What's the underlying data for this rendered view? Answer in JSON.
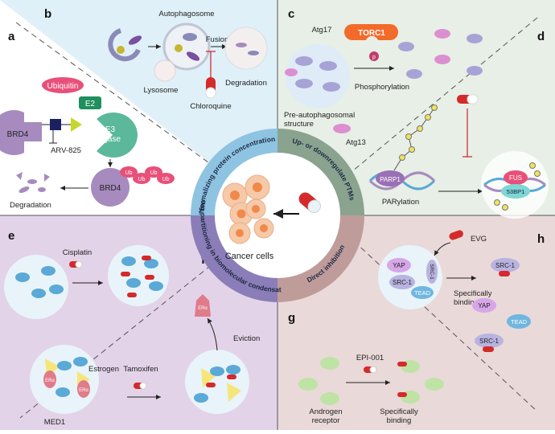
{
  "panels": {
    "a": {
      "letter": "a",
      "ubiquitin": "Ubiquitin",
      "e2": "E2",
      "e3_line1": "E3",
      "e3_line2": "ligase",
      "brd4_left": "BRD4",
      "arv": "ARV-825",
      "brd4_bottom": "BRD4",
      "ub": [
        "Ub",
        "Ub",
        "Ub",
        "Ub"
      ],
      "degradation": "Degradation"
    },
    "b": {
      "letter": "b",
      "autophagosome": "Autophagosome",
      "fusion": "Fusion",
      "lysosome": "Lysosome",
      "chloroquine": "Chloroquine",
      "degradation": "Degradation"
    },
    "c": {
      "letter": "c",
      "atg17": "Atg17",
      "torc1": "TORC1",
      "p": "p",
      "phosphorylation": "Phosphorylation",
      "pre_line1": "Pre-autophagosomal",
      "pre_line2": "structure",
      "atg13": "Atg13"
    },
    "d": {
      "letter": "d",
      "parp1": "PARP1",
      "parylation": "PARylation",
      "fus": "FUS",
      "bp": "53BP1"
    },
    "e": {
      "letter": "e",
      "cisplatin": "Cisplatin"
    },
    "f": {
      "letter": "f",
      "estrogen": "Estrogen",
      "er1": "ERα",
      "er2": "ERα",
      "med1": "MED1",
      "tamoxifen": "Tamoxifen",
      "eviction": "Eviction",
      "er_evicted": "ERα"
    },
    "g": {
      "letter": "g",
      "epi": "EPI-001",
      "ar_line1": "Androgen",
      "ar_line2": "receptor",
      "sb_line1": "Specifically",
      "sb_line2": "binding"
    },
    "h": {
      "letter": "h",
      "evg": "EVG",
      "yap": "YAP",
      "src1": "SRC-1",
      "src_side": "SRC-1",
      "tead": "TEAD",
      "sb_line1": "Specifically",
      "sb_line2": "binding",
      "yap2": "YAP",
      "tead2": "TEAD",
      "src2": "SRC-1"
    }
  },
  "center": {
    "cancer_cells": "Cancer cells",
    "ring_labels": {
      "top_left": "Normalizing protein concentration",
      "top_right": "Up- or downregulate PTMs",
      "bottom_left": "Drug partitioning in biomolecular condensates",
      "bottom_right": "Direct inhibition"
    }
  },
  "colors": {
    "bg_b": "#dff0f8",
    "bg_c": "#e7efe6",
    "bg_ef": "#e3d3e8",
    "bg_gh": "#ead9d9",
    "ring_tl": "#8fc3e2",
    "ring_tr": "#8aa38f",
    "ring_bl": "#8b7db8",
    "ring_br": "#bf9c9a",
    "ubiquitin": "#e8507a",
    "e2": "#1f8f5f",
    "e3": "#5cb89b",
    "brd4": "#a78bbf",
    "torc1": "#f26b2a",
    "drug_red": "#d42a2a",
    "cell_blue": "#5aa9d6",
    "ub_pink": "#e8507a"
  }
}
